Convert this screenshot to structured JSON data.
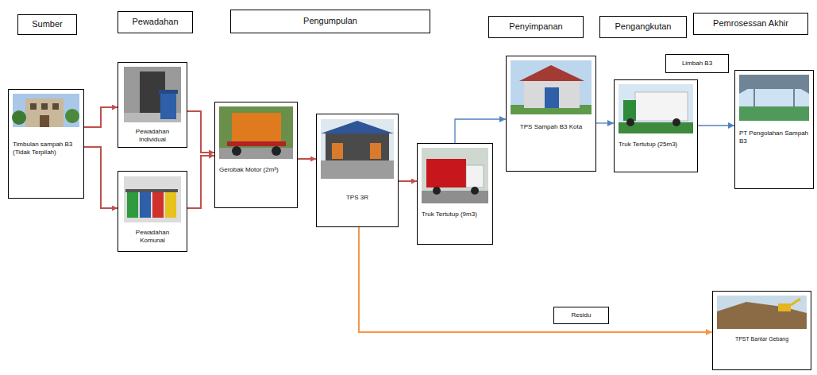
{
  "diagram": {
    "nodes": [
      {
        "text": [
          "Sumber"
        ]
      },
      {
        "text": [
          "Pewadahan"
        ]
      },
      {
        "text": [
          "Pengumpulan"
        ]
      },
      {
        "text": [
          "Penyimpanan"
        ]
      },
      {
        "text": [
          "Pengangkutan"
        ]
      },
      {
        "text": [
          "Pemrosessan Akhir"
        ]
      },
      {
        "text": [
          "Timbulan sampah B3",
          "(Tidak Terpilah)"
        ]
      },
      {
        "text": [
          "Pewadahan Individual"
        ]
      },
      {
        "text": [
          "Pewadahan Komunal"
        ]
      },
      {
        "text": [
          "Gerobak Motor (2m³)"
        ]
      },
      {
        "text": [
          "TPS 3R"
        ]
      },
      {
        "text": [
          "Truk Tertutup (9m3)"
        ]
      },
      {
        "text": [
          "TPS Sampah B3 Kota"
        ]
      },
      {
        "text": [
          "Limbah B3"
        ]
      },
      {
        "text": [
          "Truk Tertutup (25m3)"
        ]
      },
      {
        "text": [
          "PT Pengolahan Sampah B3"
        ]
      },
      {
        "text": [
          "Residu"
        ]
      },
      {
        "text": [
          "TPST Bantar Gebang"
        ]
      }
    ],
    "edges": [
      {
        "from": 6,
        "to": 7,
        "arrow": "to"
      },
      {
        "from": 6,
        "to": 8,
        "arrow": "to"
      },
      {
        "from": 7,
        "to": 9,
        "arrow": "to"
      },
      {
        "from": 8,
        "to": 9,
        "arrow": "to"
      },
      {
        "from": 9,
        "to": 10,
        "arrow": "to"
      },
      {
        "from": 10,
        "to": 11,
        "arrow": "to"
      },
      {
        "from": 11,
        "to": 12,
        "arrow": "to"
      },
      {
        "from": 12,
        "to": 14,
        "arrow": "to"
      },
      {
        "from": 14,
        "to": 15,
        "arrow": "to"
      },
      {
        "from": 10,
        "to": 17,
        "arrow": "to"
      }
    ]
  }
}
